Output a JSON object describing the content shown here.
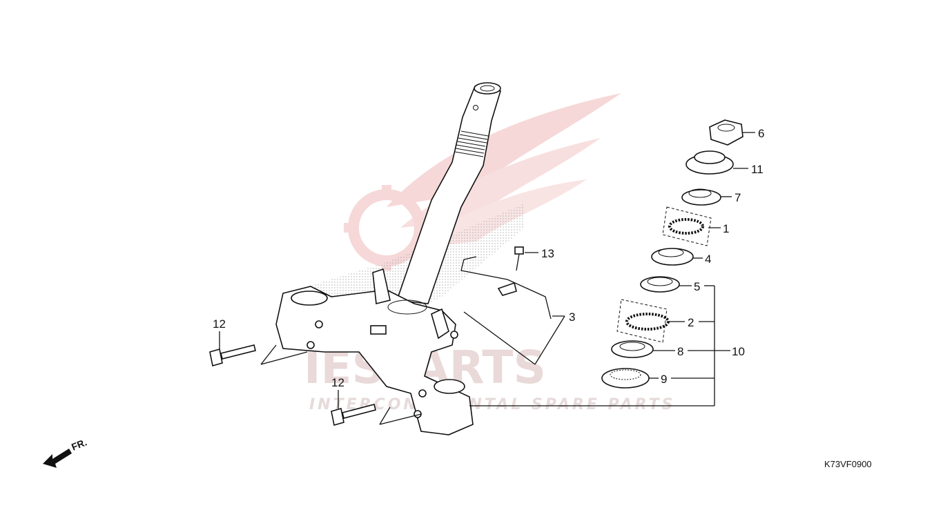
{
  "diagram": {
    "drawing_code": "K73VF0900",
    "direction_label": "FR.",
    "watermark": {
      "brand": "IESPARTS",
      "tagline": "INTERCONTINENTAL SPARE PARTS"
    },
    "callouts": {
      "p1": "1",
      "p2": "2",
      "p3": "3",
      "p4": "4",
      "p5": "5",
      "p6": "6",
      "p7": "7",
      "p8": "8",
      "p9": "9",
      "p10": "10",
      "p11": "11",
      "p12a": "12",
      "p12b": "12",
      "p13": "13"
    },
    "colors": {
      "watermark": "#e9c2c2",
      "line": "#111111"
    }
  }
}
